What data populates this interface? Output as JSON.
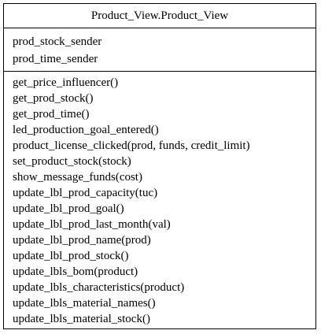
{
  "class_box": {
    "name": "Product_View.Product_View",
    "attributes": [
      "prod_stock_sender",
      "prod_time_sender"
    ],
    "methods": [
      "get_price_influencer()",
      "get_prod_stock()",
      "get_prod_time()",
      "led_production_goal_entered()",
      "product_license_clicked(prod, funds, credit_limit)",
      "set_product_stock(stock)",
      "show_message_funds(cost)",
      "update_lbl_prod_capacity(tuc)",
      "update_lbl_prod_goal()",
      "update_lbl_prod_last_month(val)",
      "update_lbl_prod_name(prod)",
      "update_lbl_prod_stock()",
      "update_lbls_bom(product)",
      "update_lbls_characteristics(product)",
      "update_lbls_material_names()",
      "update_lbls_material_stock()"
    ]
  }
}
